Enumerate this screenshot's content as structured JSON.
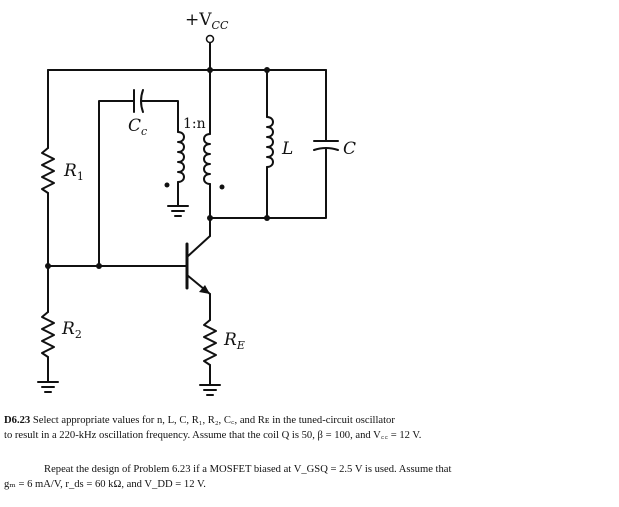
{
  "circuit": {
    "supply_label_prefix": "+V",
    "supply_label_sub": "CC",
    "labels": {
      "cc_main": "C",
      "cc_sub": "c",
      "ratio": "1:n",
      "L": "L",
      "C": "C",
      "R1_main": "R",
      "R1_sub": "1",
      "R2_main": "R",
      "R2_sub": "2",
      "RE_main": "R",
      "RE_sub": "E"
    }
  },
  "problem_1": {
    "number": "D6.23",
    "line1": " Select appropriate values for n, L, C, R₁, R₂, C꜀, and Rᴇ in the tuned-circuit oscillator",
    "line2": "to result in a 220-kHz oscillation frequency. Assume that the coil Q is 50, β = 100, and V꜀꜀ = 12 V."
  },
  "problem_2": {
    "line1": "Repeat the design of Problem 6.23 if a MOSFET biased at V_GSQ = 2.5 V is used. Assume that",
    "line2": "gₘ = 6 mA/V, r_ds = 60 kΩ, and V_DD = 12 V."
  }
}
